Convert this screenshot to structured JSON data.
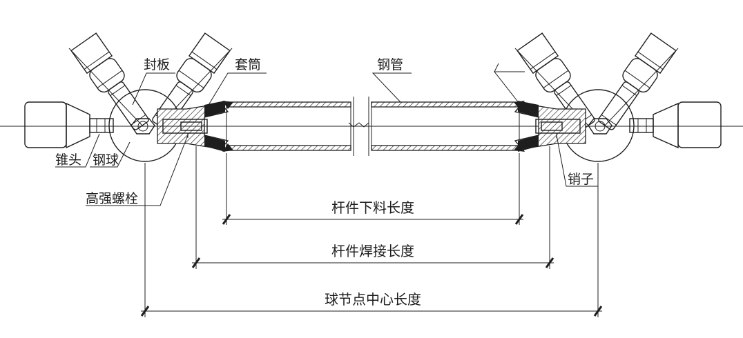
{
  "labels": {
    "seal_plate": "封板",
    "sleeve": "套筒",
    "steel_pipe": "钢管",
    "cone_head": "锥头",
    "steel_ball": "钢球",
    "bolt": "高强螺栓",
    "pin": "销子"
  },
  "dimensions": {
    "cut_length": "杆件下料长度",
    "weld_length": "杆件焊接长度",
    "node_center_length": "球节点中心长度"
  }
}
